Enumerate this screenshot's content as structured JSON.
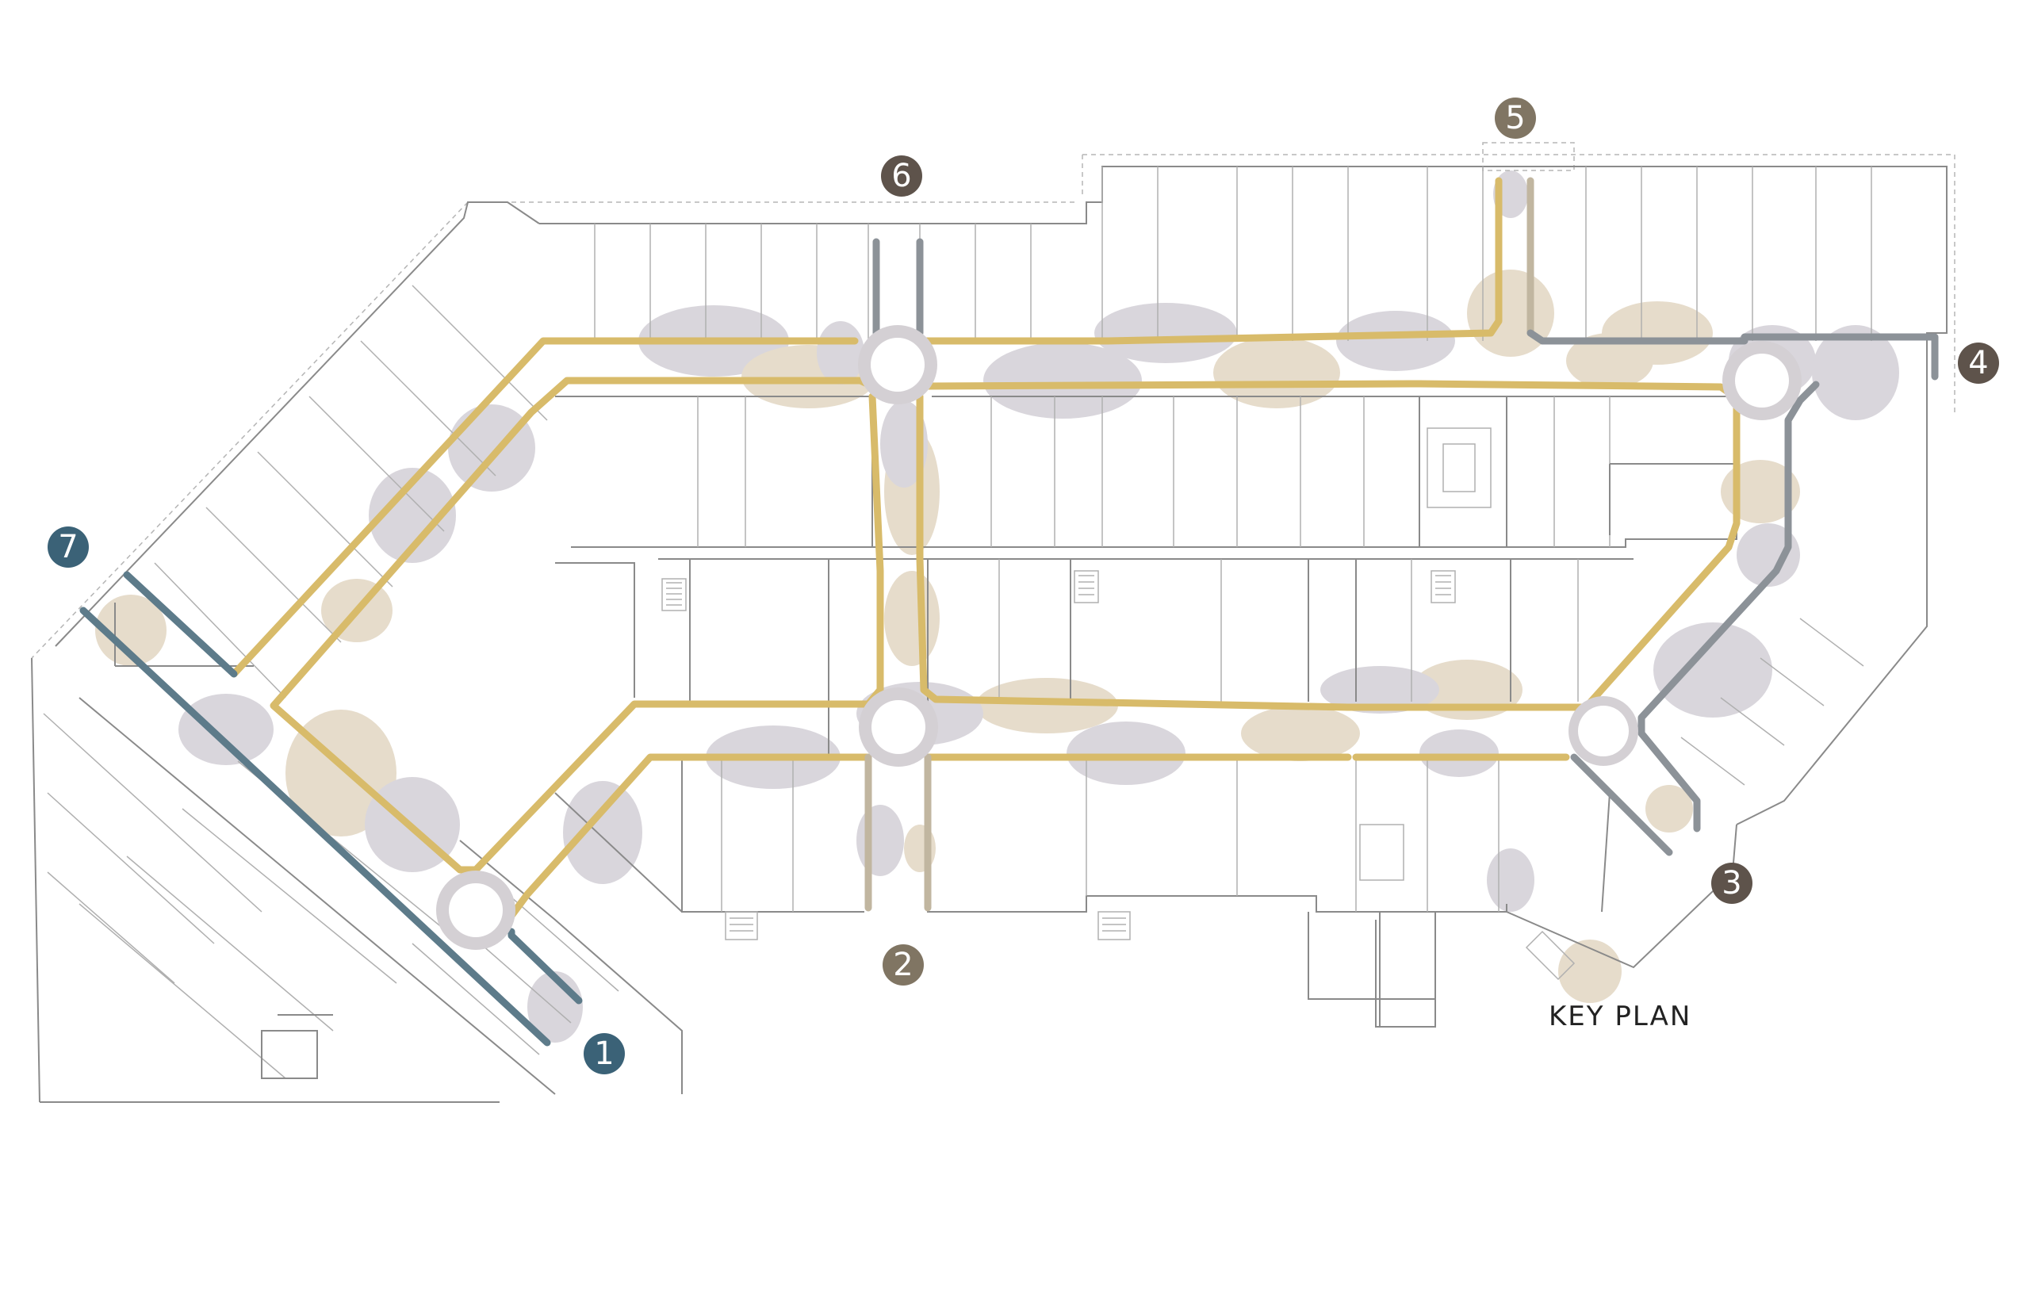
{
  "title": "KEY PLAN",
  "colors": {
    "route_gold": "#d8bb6a",
    "route_slate": "#5d7b8a",
    "route_grey": "#8c9298",
    "route_taupe": "#c1b6a0",
    "blob_grey": "#d9d6dc",
    "blob_tan": "#e6dccb",
    "wall": "#8a8a8a"
  },
  "entrances": [
    {
      "label": "1",
      "color": "#3b6277"
    },
    {
      "label": "2",
      "color": "#807563"
    },
    {
      "label": "3",
      "color": "#5e534b"
    },
    {
      "label": "4",
      "color": "#5e534b"
    },
    {
      "label": "5",
      "color": "#807563"
    },
    {
      "label": "6",
      "color": "#5e534b"
    },
    {
      "label": "7",
      "color": "#3b6277"
    }
  ]
}
